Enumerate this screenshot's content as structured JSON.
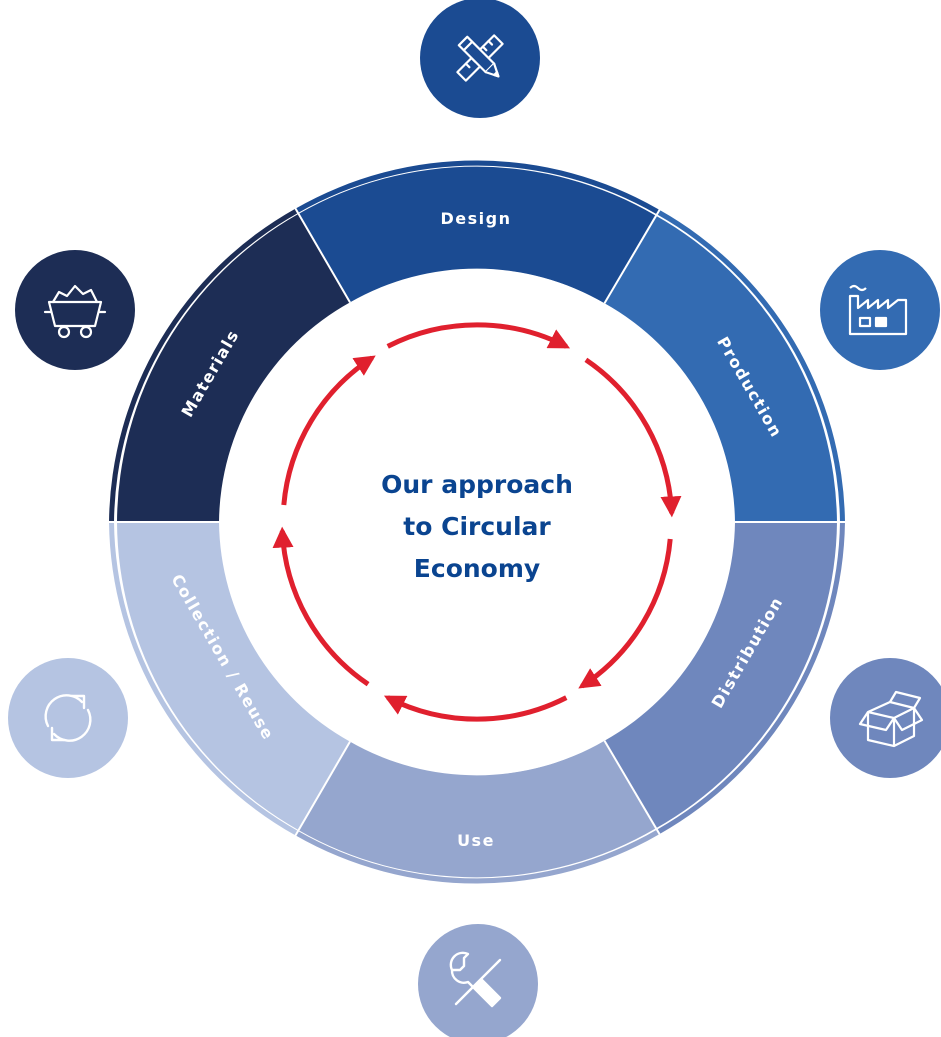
{
  "center": {
    "line1": "Our approach",
    "line2": "to Circular",
    "line3": "Economy"
  },
  "colors": {
    "design": "#1b4b92",
    "production": "#336bb2",
    "distribution": "#6f87bd",
    "use": "#95a6ce",
    "collection": "#b5c4e2",
    "materials": "#1d2d55",
    "cycle_arrow": "#e0202e"
  },
  "stages": [
    {
      "id": "design",
      "label": "Design",
      "icon": "pencil-ruler-icon"
    },
    {
      "id": "production",
      "label": "Production",
      "icon": "factory-icon"
    },
    {
      "id": "distribution",
      "label": "Distribution",
      "icon": "box-icon"
    },
    {
      "id": "use",
      "label": "Use",
      "icon": "wrench-screwdriver-icon"
    },
    {
      "id": "collection",
      "label": "Collection / Reuse",
      "icon": "recycle-arrows-icon"
    },
    {
      "id": "materials",
      "label": "Materials",
      "icon": "mine-cart-icon"
    }
  ]
}
